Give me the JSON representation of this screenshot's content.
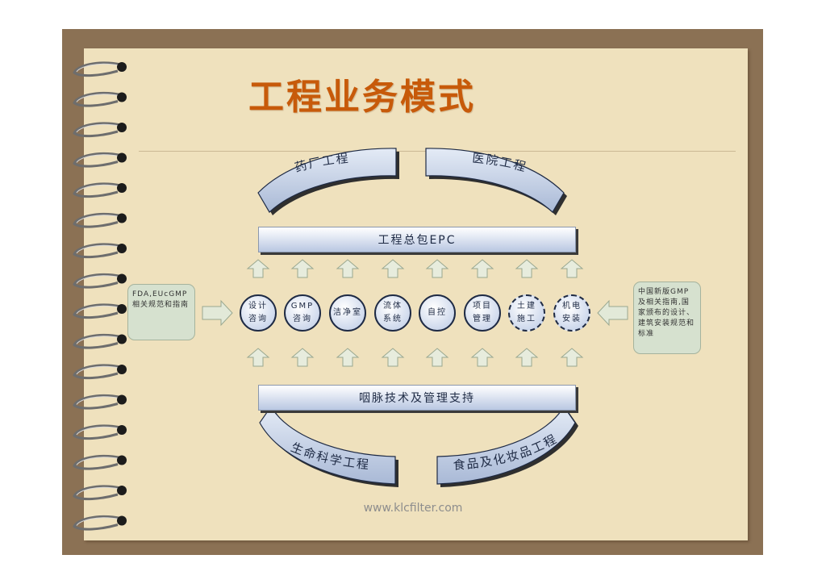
{
  "slide": {
    "title": "工程业务模式",
    "watermark": "www.klcfilter.com"
  },
  "top_arcs": {
    "left": "药厂工程",
    "right": "医院工程"
  },
  "bottom_arcs": {
    "left": "生命科学工程",
    "right": "食品及化妆品工程"
  },
  "top_banner": "工程总包EPC",
  "bottom_banner": "咽脉技术及管理支持",
  "units": [
    {
      "line1": "设计",
      "line2": "咨询",
      "style": "solid"
    },
    {
      "line1": "GMP",
      "line2": "咨询",
      "style": "solid"
    },
    {
      "line1": "洁净室",
      "line2": "",
      "style": "solid"
    },
    {
      "line1": "流体",
      "line2": "系统",
      "style": "solid"
    },
    {
      "line1": "自控",
      "line2": "",
      "style": "solid"
    },
    {
      "line1": "项目",
      "line2": "管理",
      "style": "solid"
    },
    {
      "line1": "土建",
      "line2": "施工",
      "style": "dashed"
    },
    {
      "line1": "机电",
      "line2": "安装",
      "style": "dashed"
    }
  ],
  "left_box": "FDA,EUcGMP相关规范和指南",
  "right_box": "中国新版GMP及相关指南,国家颁布的设计、建筑安装规范和标准",
  "colors": {
    "title": "#c75a0a",
    "arc_fill": "#bdc9e0",
    "frame": "#8b7154",
    "paper": "#efe1bd"
  }
}
